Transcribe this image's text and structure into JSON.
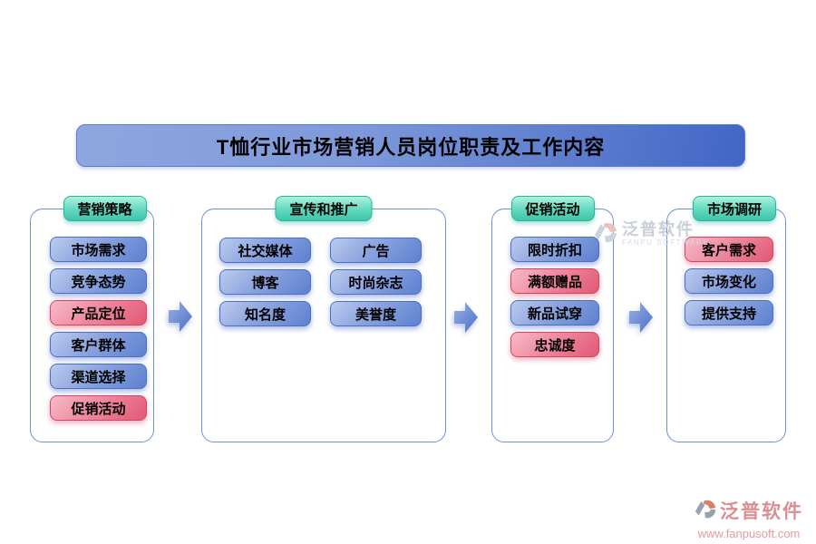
{
  "title": {
    "text": "T恤行业市场营销人员岗位职责及工作内容"
  },
  "panels": [
    {
      "tab": "营销策略",
      "items": [
        {
          "label": "市场需求",
          "color": "blue"
        },
        {
          "label": "竞争态势",
          "color": "blue"
        },
        {
          "label": "产品定位",
          "color": "red"
        },
        {
          "label": "客户群体",
          "color": "blue"
        },
        {
          "label": "渠道选择",
          "color": "blue"
        },
        {
          "label": "促销活动",
          "color": "red"
        }
      ]
    },
    {
      "tab": "宣传和推广",
      "items": [
        {
          "label": "社交媒体",
          "color": "blue"
        },
        {
          "label": "广告",
          "color": "blue"
        },
        {
          "label": "博客",
          "color": "blue"
        },
        {
          "label": "时尚杂志",
          "color": "blue"
        },
        {
          "label": "知名度",
          "color": "blue"
        },
        {
          "label": "美誉度",
          "color": "blue"
        }
      ]
    },
    {
      "tab": "促销活动",
      "items": [
        {
          "label": "限时折扣",
          "color": "blue"
        },
        {
          "label": "满额赠品",
          "color": "red"
        },
        {
          "label": "新品试穿",
          "color": "blue"
        },
        {
          "label": "忠诚度",
          "color": "red"
        }
      ]
    },
    {
      "tab": "市场调研",
      "items": [
        {
          "label": "客户需求",
          "color": "red"
        },
        {
          "label": "市场变化",
          "color": "blue"
        },
        {
          "label": "提供支持",
          "color": "blue"
        }
      ]
    }
  ],
  "watermarks": {
    "center": {
      "brand": "泛普软件",
      "brand_en": "FANPU SOFTWARE"
    },
    "footer": {
      "brand": "泛普软件",
      "url": "www.fanpusoft.com"
    }
  },
  "colors": {
    "banner_start": "#8fa7df",
    "banner_end": "#4166c5",
    "tab_teal": "#3ec4a8",
    "item_blue": "#5d80d0",
    "item_red": "#e25874",
    "panel_border": "#6c8fdc"
  }
}
